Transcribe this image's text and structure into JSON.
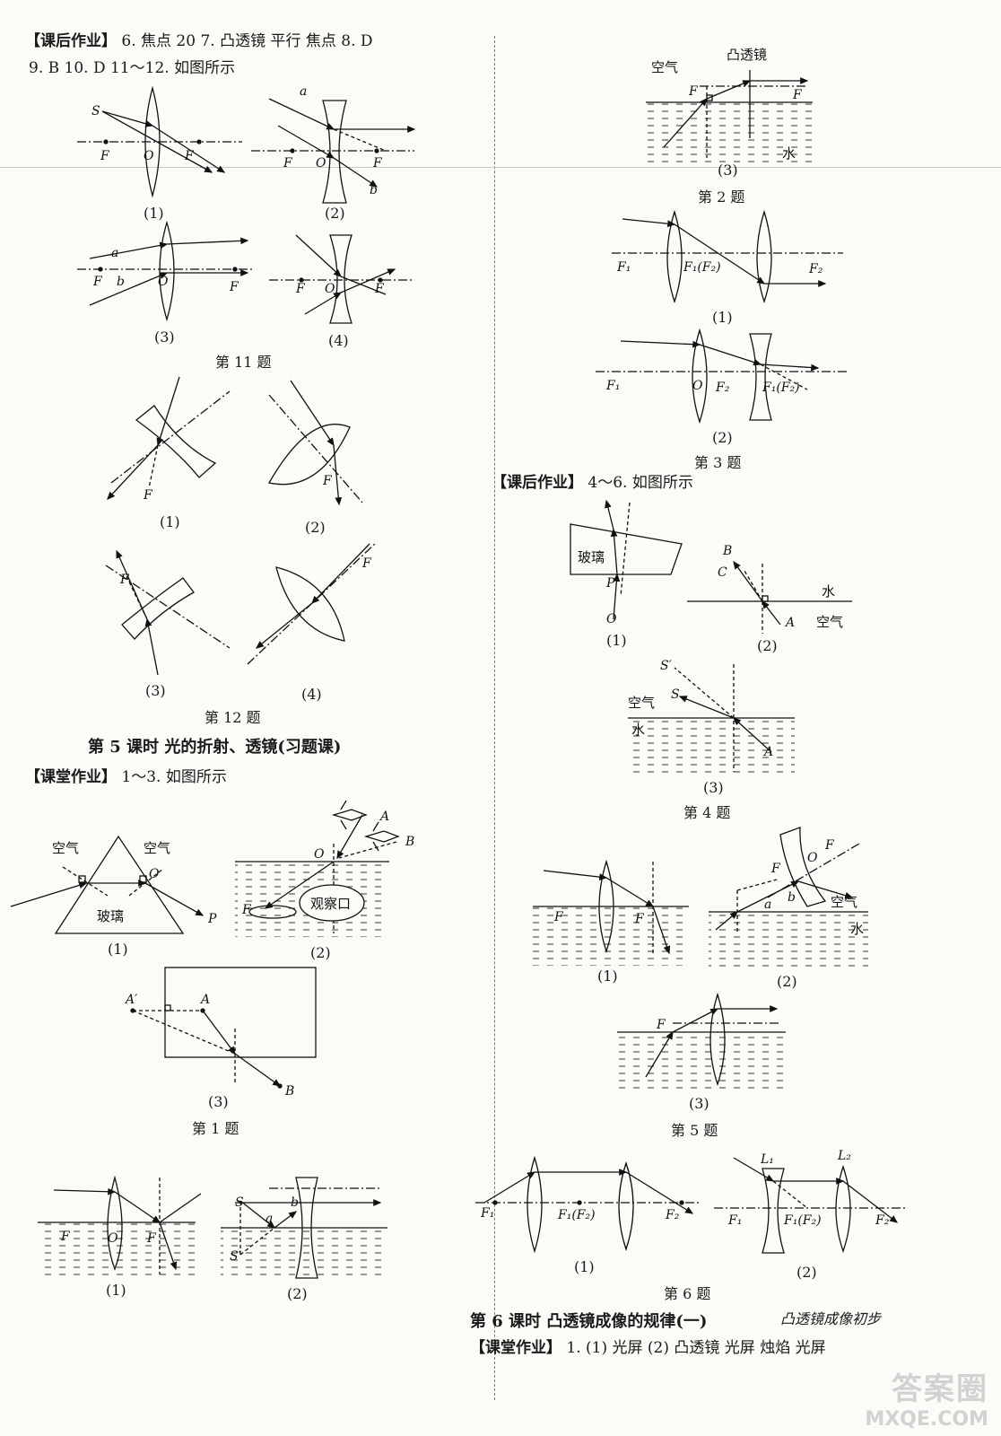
{
  "left": {
    "hw1": {
      "tag": "【课后作业】",
      "line1": "6. 焦点  20  7. 凸透镜  平行  焦点  8. D",
      "line2": "9. B  10. D  11～12. 如图所示"
    },
    "q11_caps": [
      "(1)",
      "(2)",
      "(3)",
      "(4)"
    ],
    "q11_title": "第 11 题",
    "q12_caps": [
      "(1)",
      "(2)",
      "(3)",
      "(4)"
    ],
    "q12_title": "第 12 题",
    "lesson5": "第 5 课时   光的折射、透镜(习题课)",
    "cw": {
      "tag": "【课堂作业】",
      "text": "1～3. 如图所示"
    },
    "q1_caps": [
      "(1)",
      "(2)",
      "(3)"
    ],
    "q1_title": "第 1 题",
    "q2_caps": [
      "(1)",
      "(2)"
    ]
  },
  "right": {
    "q2_cap3": "(3)",
    "q2_title": "第 2 题",
    "q3_caps": [
      "(1)",
      "(2)"
    ],
    "q3_title": "第 3 题",
    "hw2": {
      "tag": "【课后作业】",
      "text": "4～6. 如图所示"
    },
    "q4_caps": [
      "(1)",
      "(2)",
      "(3)"
    ],
    "q4_title": "第 4 题",
    "q5_caps": [
      "(1)",
      "(2)",
      "(3)"
    ],
    "q5_title": "第 5 题",
    "q6_caps": [
      "(1)",
      "(2)"
    ],
    "q6_title": "第 6 题",
    "lesson6": "第 6 课时   凸透镜成像的规律(一)",
    "lesson6_hand": "凸透镜成像初步",
    "cw2": {
      "tag": "【课堂作业】",
      "text": "1. (1) 光屏  (2) 凸透镜  光屏  烛焰  光屏"
    }
  },
  "labels": {
    "F": "F",
    "O": "O",
    "S": "S",
    "Sp": "S′",
    "a": "a",
    "b": "b",
    "A": "A",
    "Ap": "A′",
    "B": "B",
    "C": "C",
    "P": "P",
    "Oq": "O",
    "F1": "F₁",
    "F2": "F₂",
    "F1F2": "F₁(F₂)",
    "L1": "L₁",
    "L2": "L₂",
    "air": "空气",
    "water": "水",
    "glass": "玻璃",
    "port": "观察口",
    "convex": "凸透镜"
  },
  "watermark": {
    "line1": "答案圈",
    "line2": "MXQE.COM"
  }
}
